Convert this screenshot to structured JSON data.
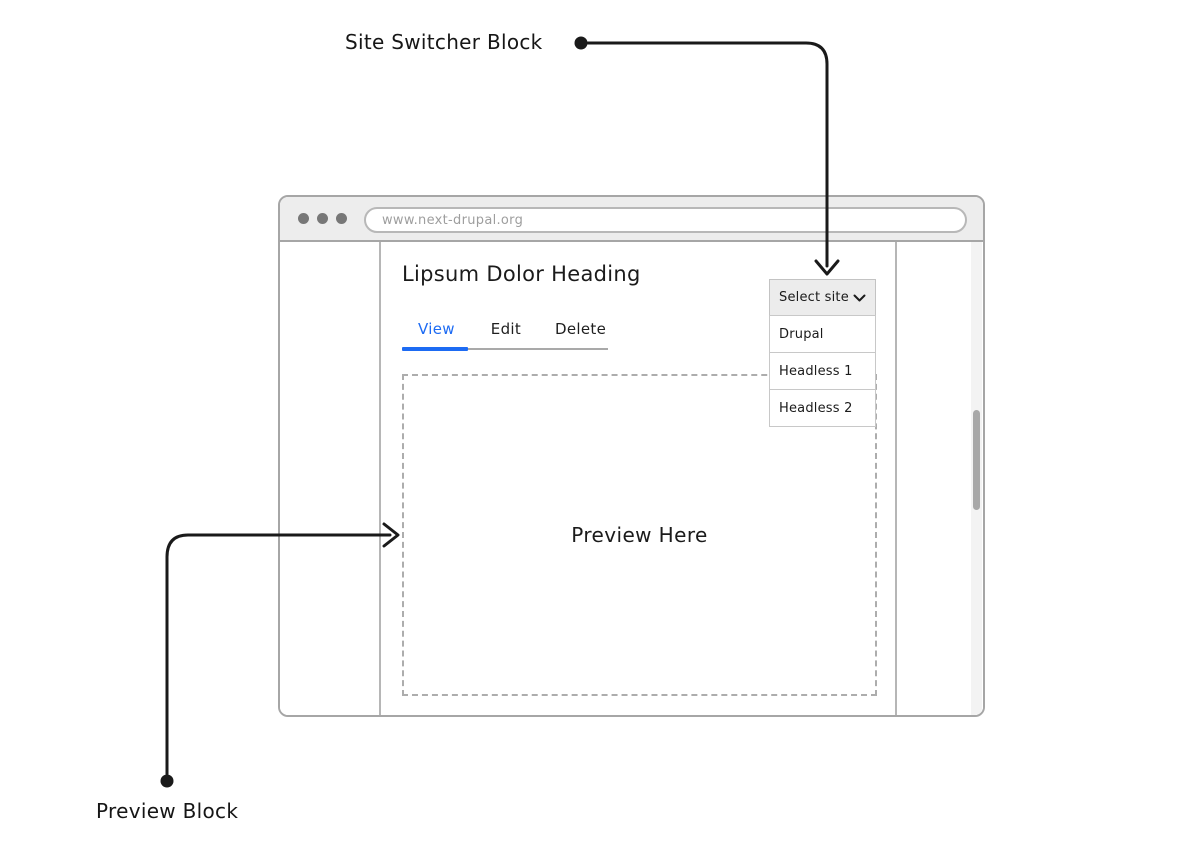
{
  "annotations": {
    "site_switcher_label": "Site Switcher Block",
    "preview_label": "Preview Block"
  },
  "browser": {
    "url": "www.next-drupal.org",
    "page": {
      "heading": "Lipsum Dolor Heading",
      "tabs": [
        {
          "label": "View",
          "active": true
        },
        {
          "label": "Edit",
          "active": false
        },
        {
          "label": "Delete",
          "active": false
        }
      ],
      "preview_placeholder": "Preview Here",
      "site_switcher": {
        "button_label": "Select site",
        "options": [
          "Drupal",
          "Headless 1",
          "Headless 2"
        ]
      }
    }
  },
  "colors": {
    "accent_blue": "#1d6bf3",
    "annotation_ink": "#1a1a1a",
    "chrome_gray": "#ededed",
    "border_gray": "#a6a6a6"
  }
}
